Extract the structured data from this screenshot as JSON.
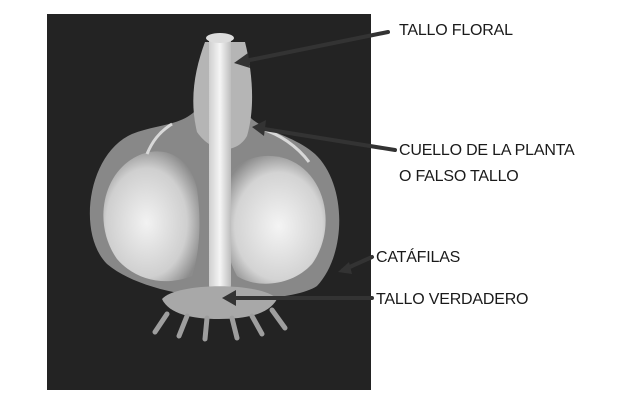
{
  "labels": {
    "tallo_floral": "TALLO FLORAL",
    "cuello_line1": "CUELLO DE LA PLANTA",
    "cuello_line2": "O FALSO TALLO",
    "catafilas": "CATÁFILAS",
    "tallo_verdadero": "TALLO VERDADERO"
  },
  "colors": {
    "background": "#ffffff",
    "photo_background": "#232323",
    "bulb_light": "#e6e6e6",
    "bulb_mid": "#bdbdbd",
    "label_text": "#1a1a1a",
    "arrow": "#333333"
  }
}
